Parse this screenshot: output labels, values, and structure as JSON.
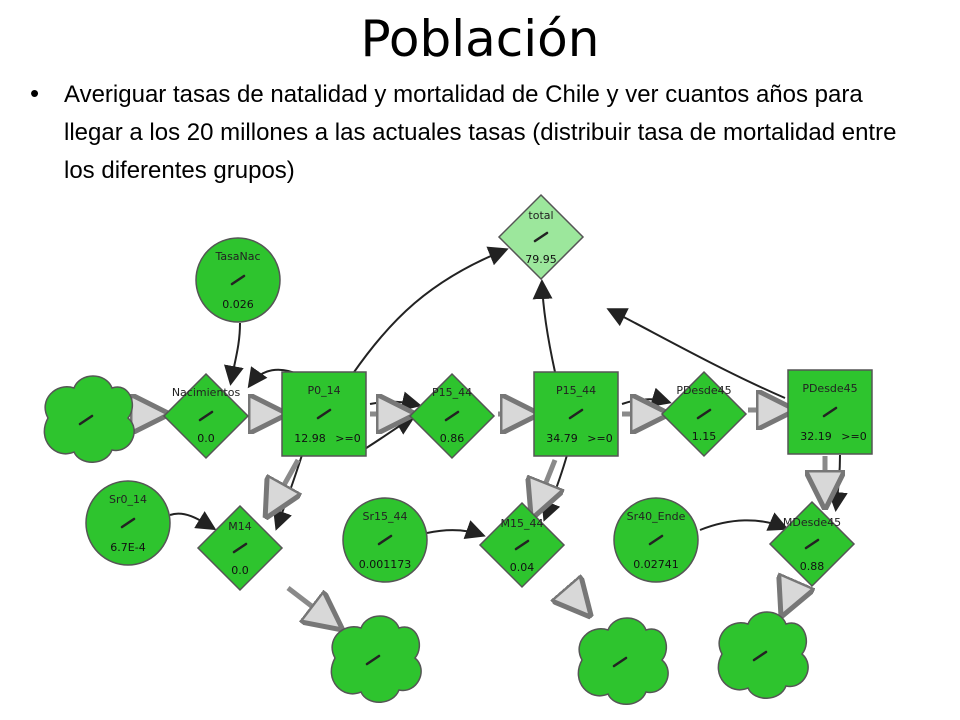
{
  "slide": {
    "title": "Población",
    "bullet": "Averiguar tasas de natalidad y mortalidad de Chile y ver cuantos años para llegar a los 20 millones a las actuales tasas (distribuir tasa de mortalidad entre los diferentes grupos)"
  },
  "colors": {
    "node": "#2ec42e",
    "node_light": "#9ce79c",
    "edge": "#000000",
    "arrow": "#222222"
  },
  "diagram": {
    "nodes": {
      "total": {
        "label": "total",
        "value": "79.95"
      },
      "tasanac": {
        "label": "TasaNac",
        "value": "0.026"
      },
      "nacimientos": {
        "label": "Nacimientos",
        "value": "0.0"
      },
      "p0_14": {
        "label": "P0_14",
        "value": "12.98",
        "constraint": ">=0"
      },
      "p15_44_flow": {
        "label": "P15_44",
        "value": "0.86"
      },
      "p15_44": {
        "label": "P15_44",
        "value": "34.79",
        "constraint": ">=0"
      },
      "pdesde45_flow": {
        "label": "PDesde45",
        "value": "1.15"
      },
      "pdesde45": {
        "label": "PDesde45",
        "value": "32.19",
        "constraint": ">=0"
      },
      "sr0_14": {
        "label": "Sr0_14",
        "value": "6.7E-4"
      },
      "m14": {
        "label": "M14",
        "value": "0.0"
      },
      "sr15_44": {
        "label": "Sr15_44",
        "value": "0.001173"
      },
      "m15_44": {
        "label": "M15_44",
        "value": "0.04"
      },
      "sr40_ende": {
        "label": "Sr40_Ende",
        "value": "0.02741"
      },
      "mdesde45": {
        "label": "MDesde45",
        "value": "0.88"
      }
    }
  }
}
